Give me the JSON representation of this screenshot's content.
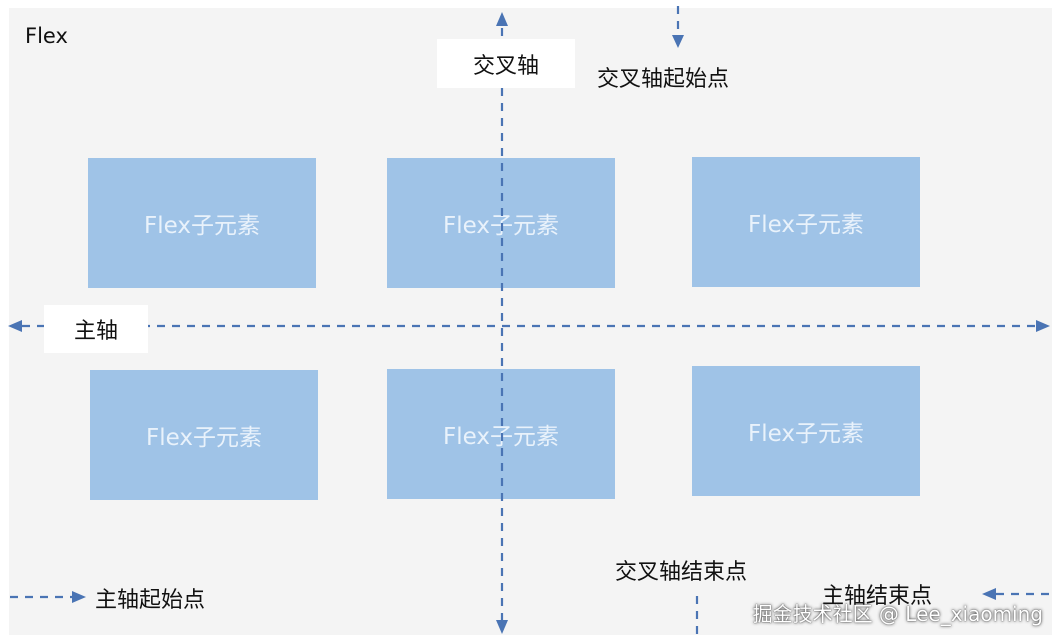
{
  "diagram": {
    "frame_label": "Flex",
    "item_label": "Flex子元素",
    "items": [
      {
        "label": "Flex子元素"
      },
      {
        "label": "Flex子元素"
      },
      {
        "label": "Flex子元素"
      },
      {
        "label": "Flex子元素"
      },
      {
        "label": "Flex子元素"
      },
      {
        "label": "Flex子元素"
      }
    ],
    "cross_axis_label": "交叉轴",
    "main_axis_label": "主轴",
    "cross_axis_start_label": "交叉轴起始点",
    "cross_axis_end_label": "交叉轴结束点",
    "main_axis_start_label": "主轴起始点",
    "main_axis_end_label": "主轴结束点",
    "axis_color": "#4a74b4",
    "item_color": "#9fc3e7"
  },
  "watermark": "掘金技术社区 @ Lee_xiaoming"
}
